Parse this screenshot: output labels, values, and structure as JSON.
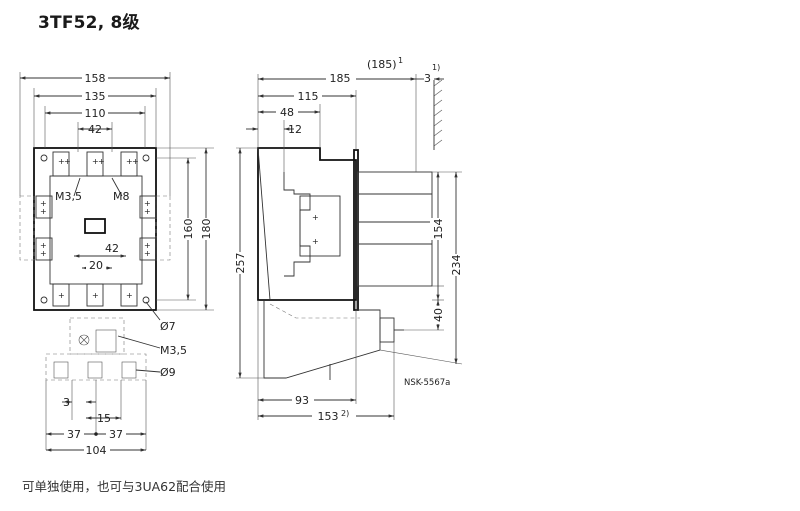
{
  "title": "3TF52, 8级",
  "footer": "可单独使用，也可与3UA62配合使用",
  "front": {
    "dims": {
      "w158": "158",
      "w135": "135",
      "w110": "110",
      "w42top": "42",
      "m35": "M3,5",
      "m8": "M8",
      "w42mid": "42",
      "w20": "20",
      "h160": "160",
      "h180": "180",
      "d7": "Ø7",
      "m35b": "M3,5",
      "d9": "Ø9",
      "w3": "3",
      "w15": "15",
      "w37a": "37",
      "w37b": "37",
      "w104": "104"
    }
  },
  "side": {
    "dims": {
      "w185": "185",
      "w185p": "(185)",
      "fn1a": "1",
      "w3": "3",
      "fn1b": "1)",
      "w115": "115",
      "w48": "48",
      "w12": "12",
      "h257": "257",
      "h154": "154",
      "h234": "234",
      "h40": "40",
      "w93": "93",
      "w153": "153",
      "fn2": "2)"
    },
    "ref": "NSK-5567a"
  }
}
